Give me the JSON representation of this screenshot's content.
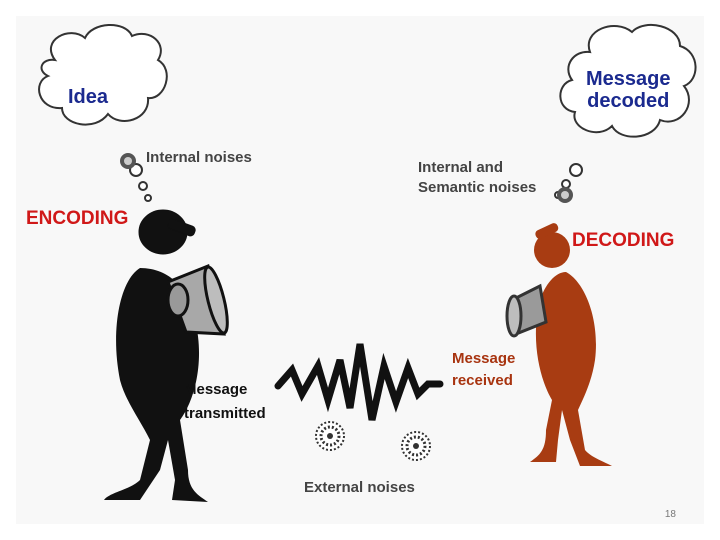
{
  "encoder": {
    "thought": "Idea",
    "noise": "Internal noises",
    "label": "ENCODING",
    "message": [
      "Message",
      "transmitted"
    ]
  },
  "decoder": {
    "thought": [
      "Message",
      "decoded"
    ],
    "noise": [
      "Internal and",
      "Semantic noises"
    ],
    "label": "DECODING",
    "message": [
      "Message",
      "received"
    ]
  },
  "channel": {
    "noise": "External noises"
  },
  "page_number": "18",
  "colors": {
    "encoder_figure": "#111111",
    "decoder_figure": "#a83c12",
    "encoding_label": "#d01818",
    "thought_text": "#1b2a8f",
    "message_received": "#a83410"
  },
  "icons": [
    "thought-cloud",
    "noise-gear-icon",
    "external-noise-icon",
    "signal-wave",
    "speaker-figure",
    "listener-figure"
  ]
}
